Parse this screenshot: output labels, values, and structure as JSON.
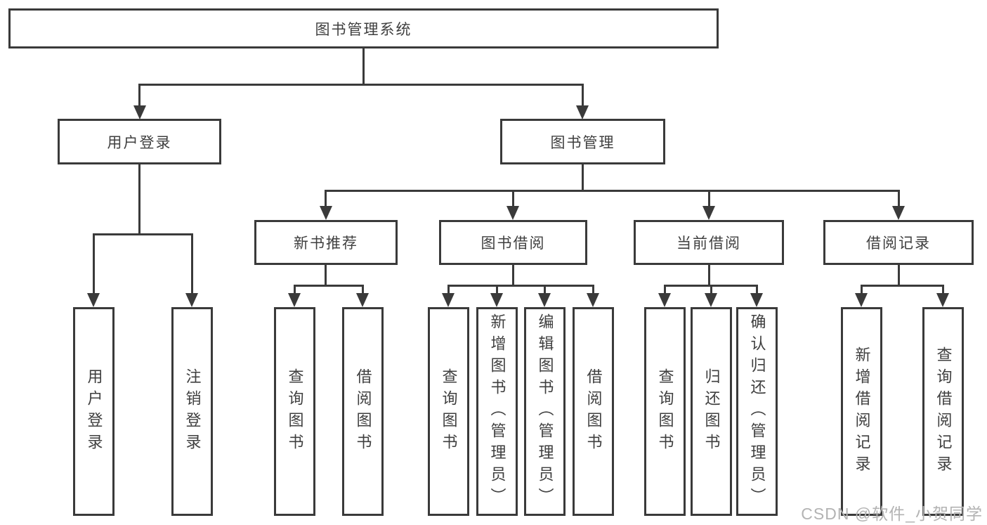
{
  "tree": {
    "root": {
      "label": "图书管理系统",
      "children": [
        {
          "label": "用户登录",
          "leaves": [
            "用户登录",
            "注销登录"
          ]
        },
        {
          "label": "图书管理",
          "children": [
            {
              "label": "新书推荐",
              "leaves": [
                "查询图书",
                "借阅图书"
              ]
            },
            {
              "label": "图书借阅",
              "leaves": [
                "查询图书",
                "新增图书（管理员）",
                "编辑图书（管理员）",
                "借阅图书"
              ]
            },
            {
              "label": "当前借阅",
              "leaves": [
                "查询图书",
                "归还图书",
                "确认归还（管理员）"
              ]
            },
            {
              "label": "借阅记录",
              "leaves": [
                "新增借阅记录",
                "查询借阅记录"
              ]
            }
          ]
        }
      ]
    }
  },
  "watermark": "CSDN @软件_小贺同学",
  "colors": {
    "line": "#3a3a3a",
    "text": "#3f3f3f",
    "background": "#ffffff",
    "watermark": "#b3b3b3"
  }
}
